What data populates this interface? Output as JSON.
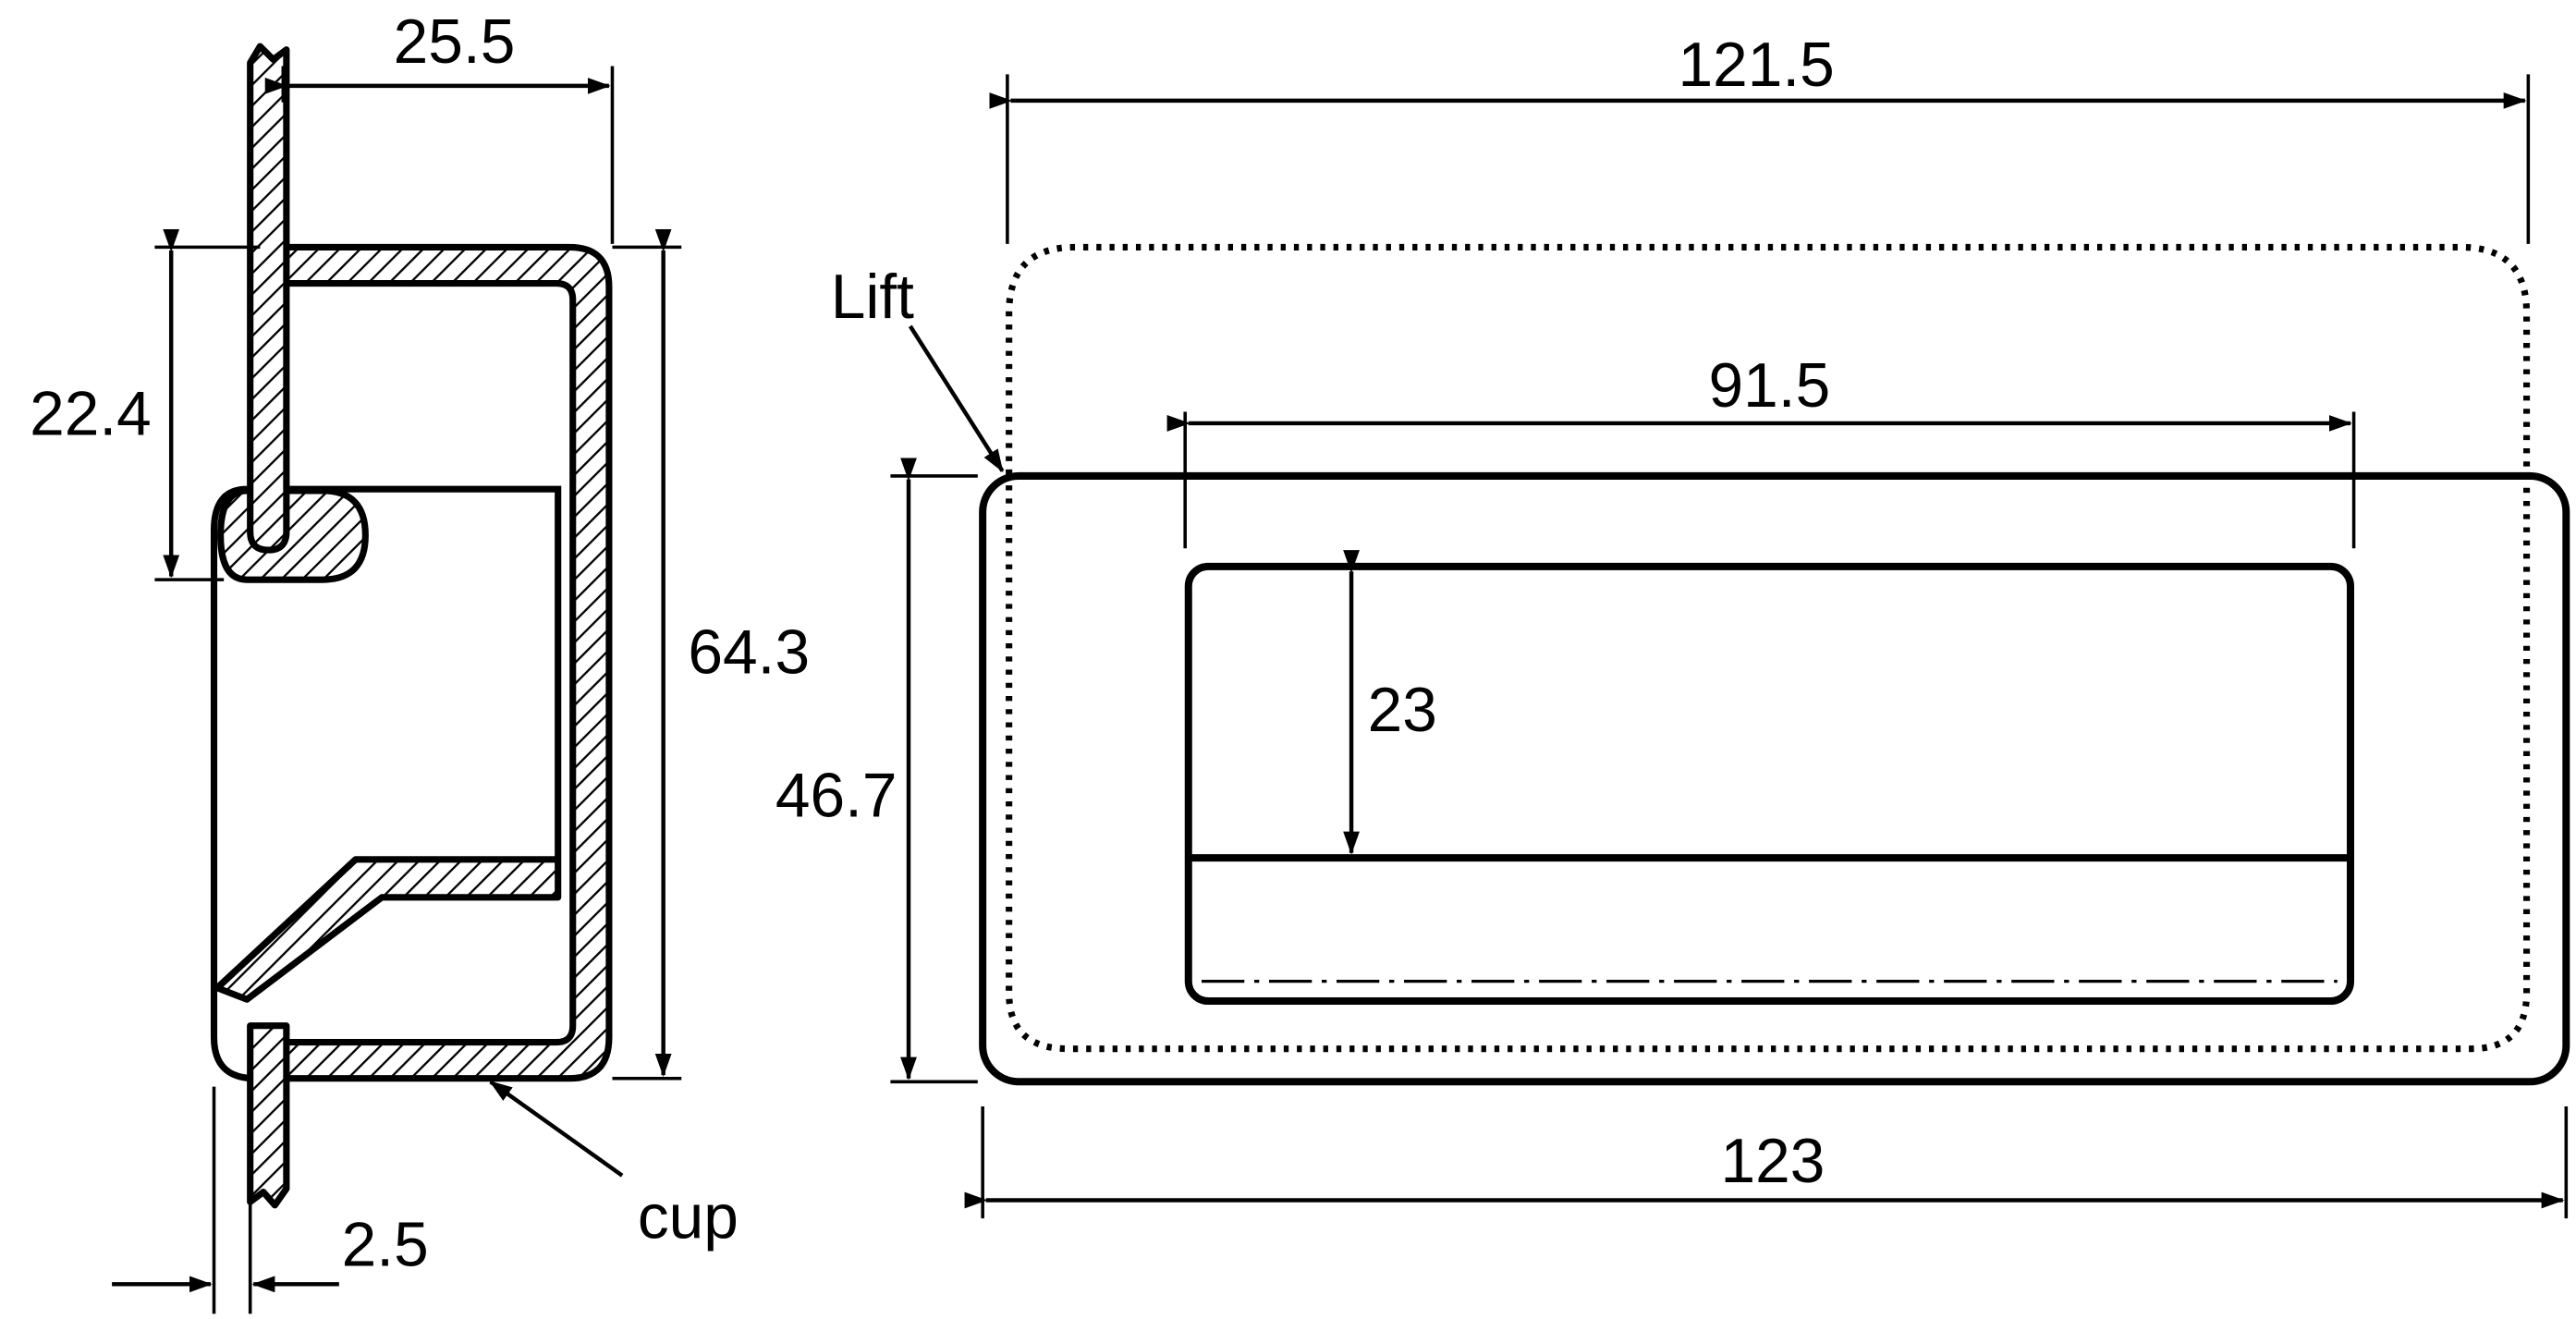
{
  "side_view": {
    "dims": {
      "depth": "25.5",
      "upper_height": "22.4",
      "total_height": "64.3",
      "panel_thickness": "2.5"
    },
    "labels": {
      "cup": "cup"
    }
  },
  "front_view": {
    "dims": {
      "lift_width": "121.5",
      "opening_width": "91.5",
      "grip_height": "23",
      "height": "46.7",
      "width": "123"
    },
    "labels": {
      "lift": "Lift"
    }
  }
}
